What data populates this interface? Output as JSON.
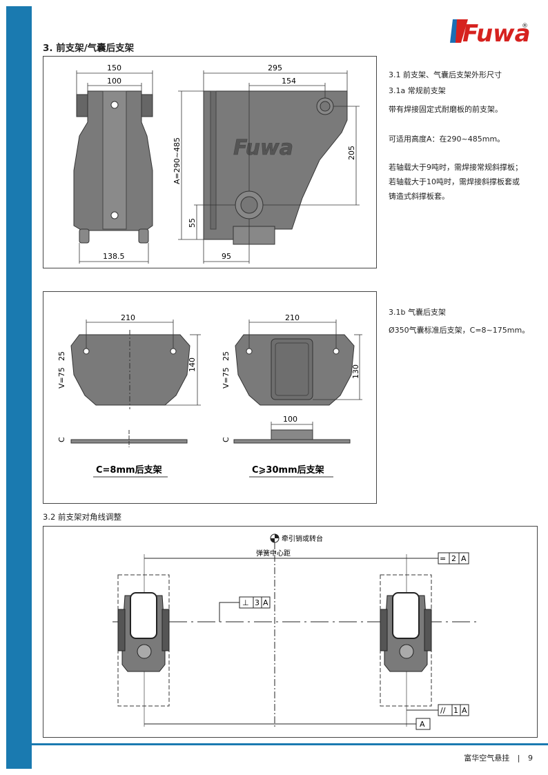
{
  "brand": {
    "name": "Fuwa",
    "registered": "®"
  },
  "section": {
    "title": "3. 前支架/气囊后支架"
  },
  "front_bracket": {
    "dims": {
      "w150": "150",
      "w100": "100",
      "w138": "138.5",
      "w295": "295",
      "w154": "154",
      "h205": "205",
      "h55": "55",
      "w95": "95",
      "hA": "A=290~485"
    },
    "embossed_logo": "Fuwa"
  },
  "desc": {
    "l1": "3.1  前支架、气囊后支架外形尺寸",
    "l2": "3.1a  常规前支架",
    "l3": "带有焊接固定式耐磨板的前支架。",
    "l4": "可适用高度A：在290~485mm。",
    "l5": "若轴载大于9吨时，需焊接常规斜撑板；",
    "l6": "若轴载大于10吨时，需焊接斜撑板套或",
    "l7": "铸造式斜撑板套。"
  },
  "rear_bracket": {
    "dims": {
      "w210a": "210",
      "v75a": "V=75",
      "d25a": "25",
      "h140": "140",
      "w210b": "210",
      "v75b": "V=75",
      "d25b": "25",
      "h130": "130",
      "w100": "100",
      "ca": "C",
      "cb": "C"
    },
    "caption_a": "C=8mm后支架",
    "caption_b": "C⩾30mm后支架"
  },
  "desc2": {
    "l1": "3.1b  气囊后支架",
    "l2": "Ø350气囊标准后支架，C=8~175mm。"
  },
  "alignment": {
    "title": "3.2  前支架对角线调整",
    "kingpin": "牵引销或转台",
    "spring_center": "弹簧中心距",
    "tol1": {
      "sym": "=",
      "val": "2",
      "ref": "A"
    },
    "tol2": {
      "sym": "⊥",
      "val": "3",
      "ref": "A"
    },
    "tol3": {
      "sym": "//",
      "val": "1",
      "ref": "A"
    },
    "datum": "A"
  },
  "footer": {
    "text": "富华空气悬挂",
    "sep": "|",
    "page": "9"
  }
}
